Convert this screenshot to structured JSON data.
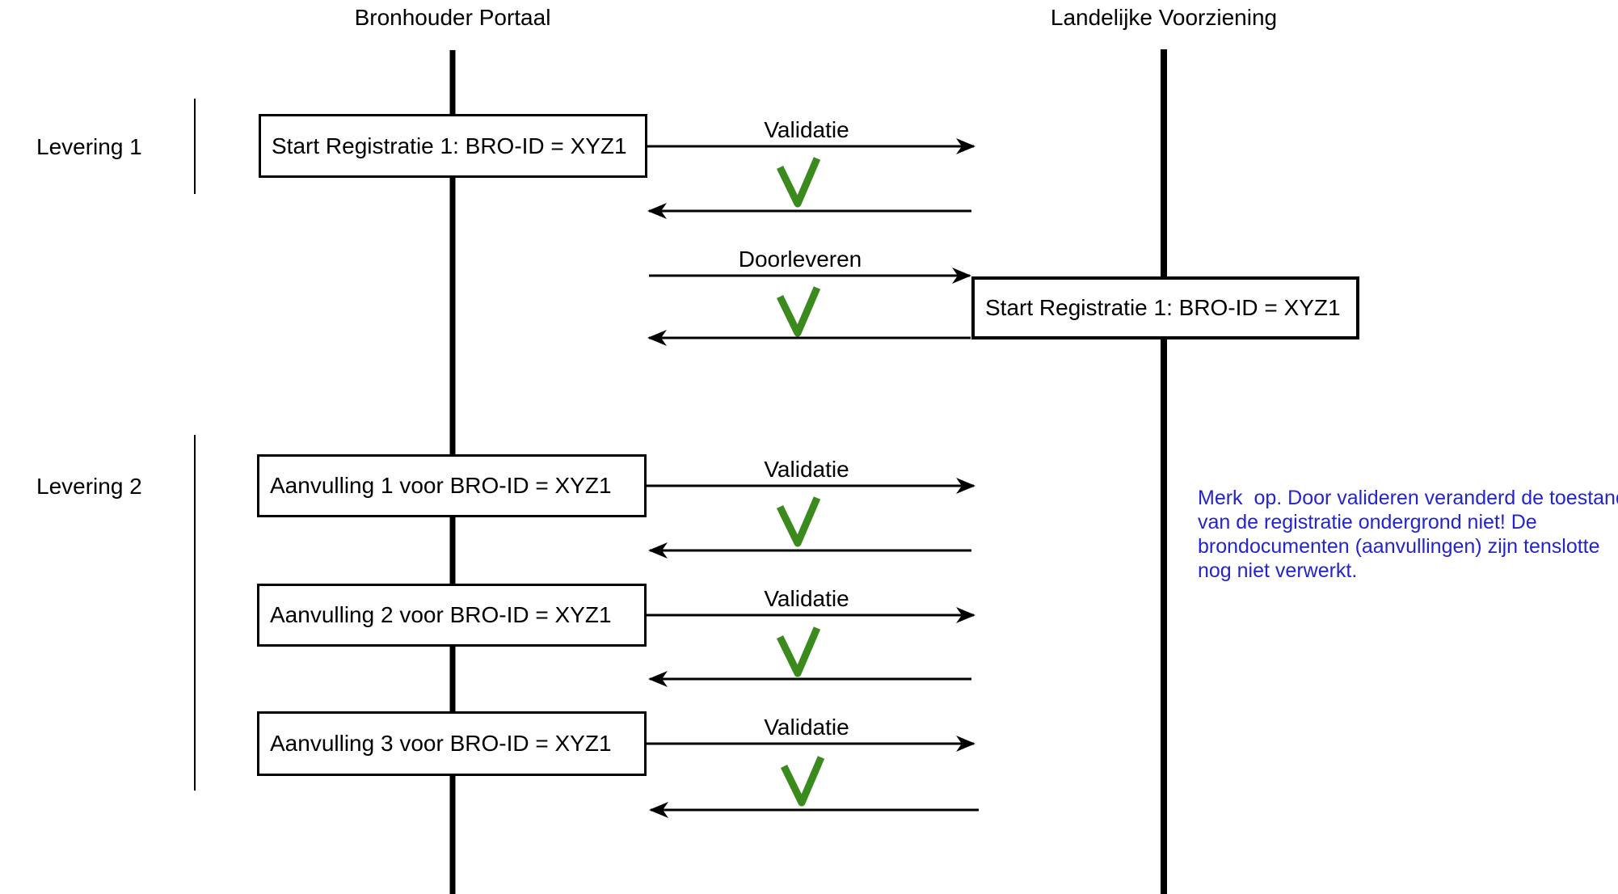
{
  "colors": {
    "line_black": "#000000",
    "check_green": "#3a8a1e",
    "note_blue": "#2424cc",
    "box_fill": "#ffffff"
  },
  "actors": [
    {
      "name": "Bronhouder Portaal"
    },
    {
      "name": "Landelijke Voorziening"
    }
  ],
  "groups": [
    {
      "label": "Levering 1"
    },
    {
      "label": "Levering 2"
    }
  ],
  "boxes": [
    {
      "label": "Start Registratie 1: BRO-ID = XYZ1"
    },
    {
      "label": "Start Registratie 1: BRO-ID = XYZ1"
    },
    {
      "label": "Aanvulling 1 voor BRO-ID = XYZ1"
    },
    {
      "label": "Aanvulling 2 voor BRO-ID = XYZ1"
    },
    {
      "label": "Aanvulling 3 voor BRO-ID = XYZ1"
    }
  ],
  "messages": [
    {
      "label": "Validatie",
      "direction": "right",
      "result": "check"
    },
    {
      "label": "Doorleveren",
      "direction": "right",
      "result": "check"
    },
    {
      "label": "Validatie",
      "direction": "right",
      "result": "check"
    },
    {
      "label": "Validatie",
      "direction": "right",
      "result": "check"
    },
    {
      "label": "Validatie",
      "direction": "right",
      "result": "check"
    }
  ],
  "note": {
    "color": "#2424cc",
    "lines": [
      "Merk  op. Door valideren veranderd de toestand",
      "van de registratie ondergrond niet! De",
      "brondocumenten (aanvullingen) zijn tenslotte",
      "nog niet verwerkt."
    ]
  }
}
